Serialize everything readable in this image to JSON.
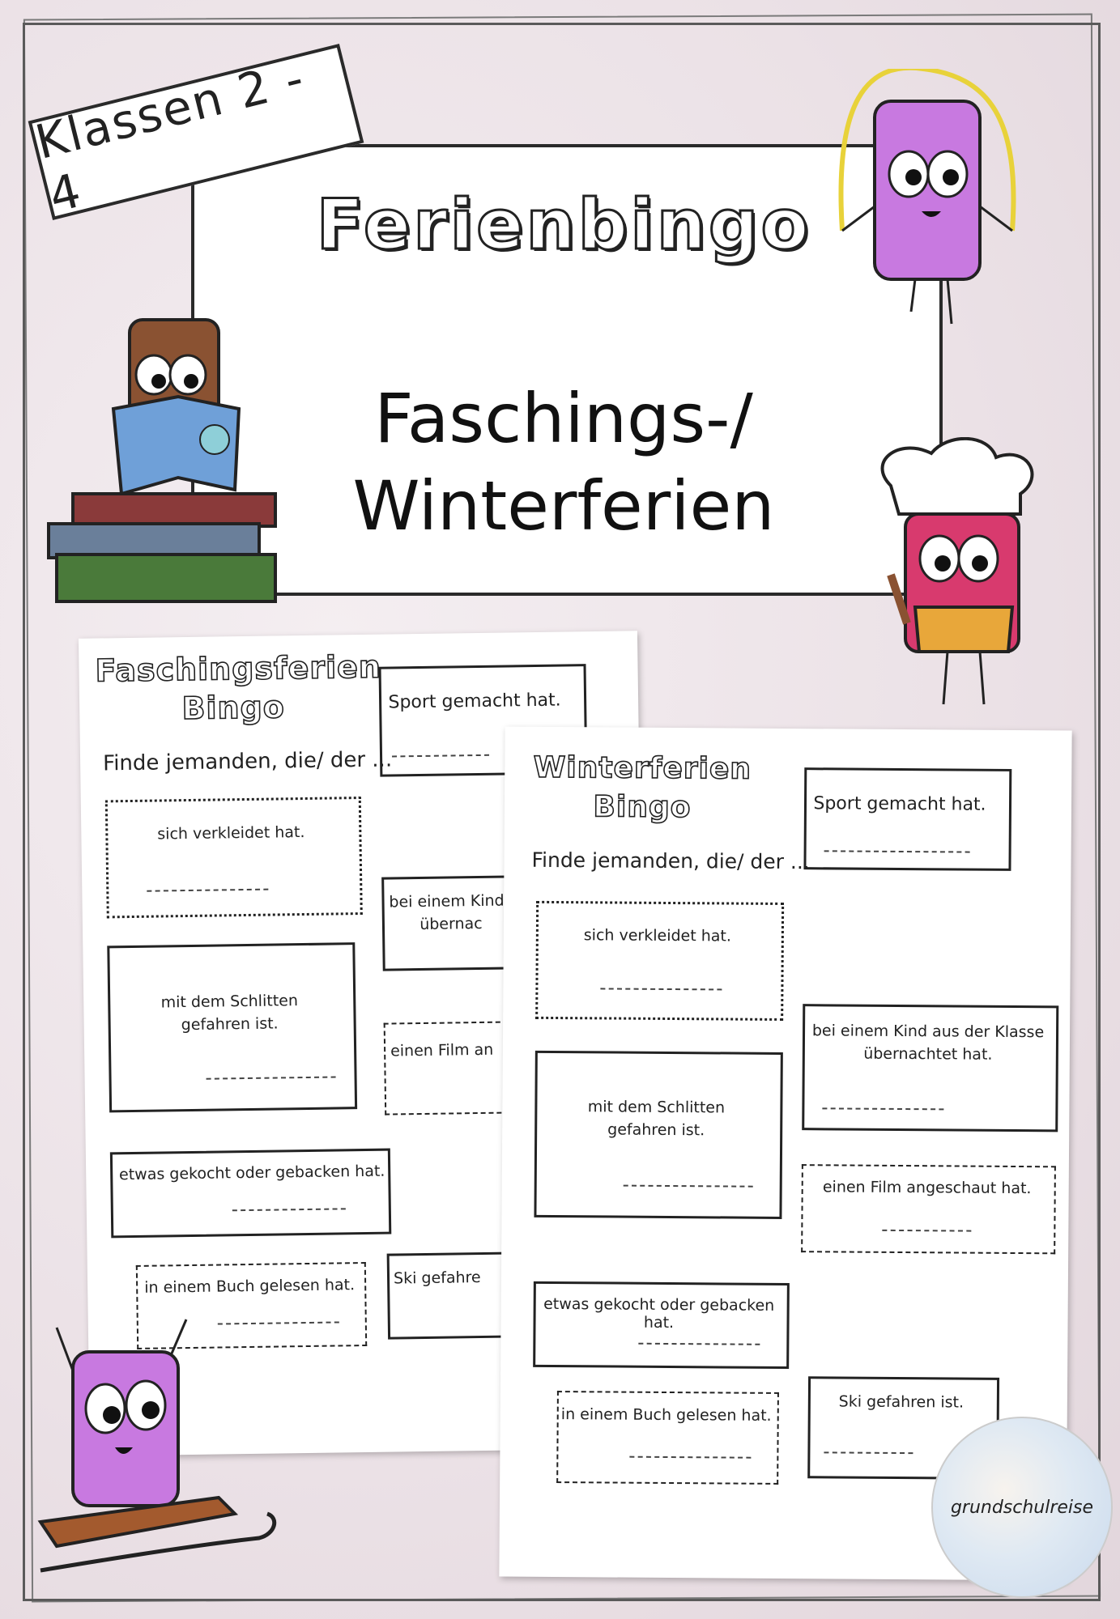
{
  "cover": {
    "grade": "Klassen 2 - 4",
    "title": "Ferienbingo",
    "subtitle_line1": "Faschings-/",
    "subtitle_line2": "Winterferien"
  },
  "sheet_back": {
    "title_line1": "Faschingsferien",
    "title_line2": "Bingo",
    "intro": "Finde jemanden, die/ der ...",
    "fields": {
      "sport": "Sport gemacht hat.",
      "verkleidet": "sich verkleidet hat.",
      "uebernachtet": "bei einem Kind",
      "uebernachtet2": "übernac",
      "schlitten1": "mit dem Schlitten",
      "schlitten2": "gefahren ist.",
      "film": "einen Film an",
      "gekocht": "etwas gekocht oder gebacken hat.",
      "buch": "in einem Buch gelesen hat.",
      "ski": "Ski gefahre"
    }
  },
  "sheet_front": {
    "title_line1": "Winterferien",
    "title_line2": "Bingo",
    "intro": "Finde jemanden, die/ der ...",
    "fields": {
      "sport": "Sport gemacht hat.",
      "verkleidet": "sich verkleidet hat.",
      "uebernachtet1": "bei einem Kind aus der Klasse",
      "uebernachtet2": "übernachtet hat.",
      "schlitten1": "mit dem Schlitten",
      "schlitten2": "gefahren ist.",
      "film": "einen Film angeschaut hat.",
      "gekocht": "etwas gekocht oder gebacken hat.",
      "buch": "in einem Buch gelesen hat.",
      "ski": "Ski gefahren ist."
    }
  },
  "logo": {
    "text": "grundschulreise"
  },
  "colors": {
    "purple": "#c879e0",
    "brown": "#8a5232",
    "pink": "#d83a6e",
    "orange": "#e8a73a",
    "book_blue": "#6fa0d8"
  }
}
